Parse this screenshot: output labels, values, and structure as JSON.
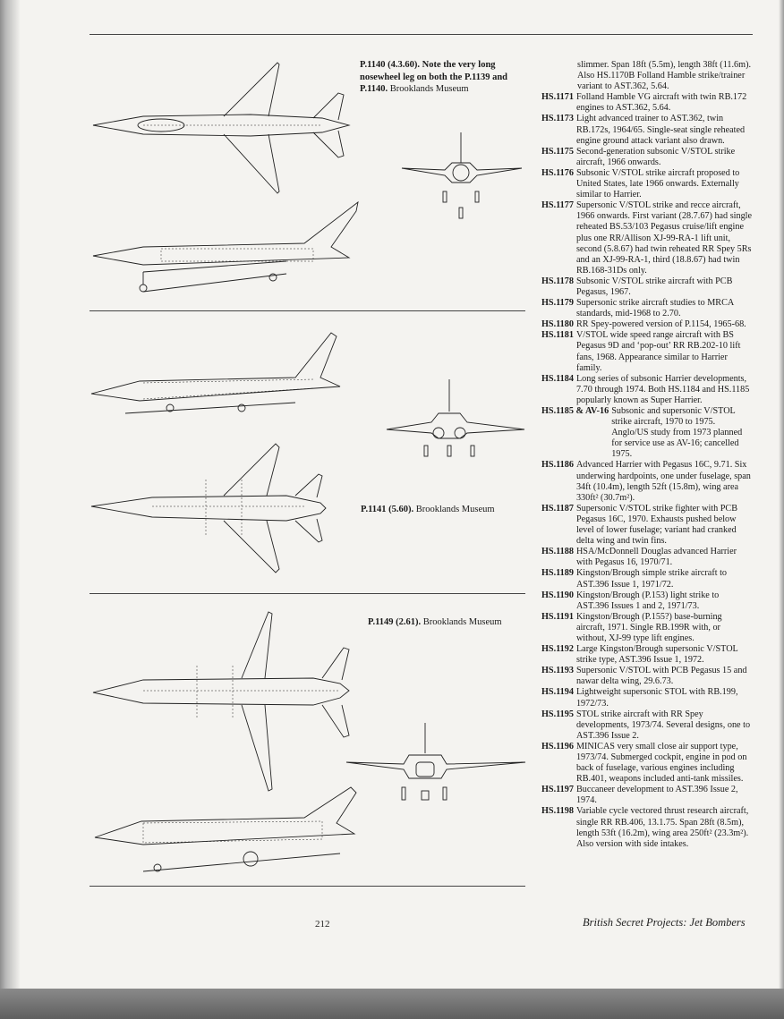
{
  "captions": {
    "p1140": {
      "bold": "P.1140 (4.3.60). Note the very long nosewheel leg on both the P.1139 and P.1140.",
      "rest": " Brooklands Museum"
    },
    "p1141": {
      "bold": "P.1141 (5.60).",
      "rest": " Brooklands Museum"
    },
    "p1149": {
      "bold": "P.1149 (2.61).",
      "rest": " Brooklands Museum"
    }
  },
  "entries": [
    {
      "code": "",
      "desc": "slimmer. Span 18ft (5.5m), length 38ft (11.6m). Also HS.1170B Folland Hamble strike/trainer variant to AST.362, 5.64."
    },
    {
      "code": "HS.1171",
      "desc": "Folland Hamble VG aircraft with twin RB.172 engines to AST.362, 5.64."
    },
    {
      "code": "HS.1173",
      "desc": "Light advanced trainer to AST.362, twin RB.172s, 1964/65. Single-seat single reheated engine ground attack variant also drawn."
    },
    {
      "code": "HS.1175",
      "desc": "Second-generation subsonic V/STOL strike aircraft, 1966 onwards."
    },
    {
      "code": "HS.1176",
      "desc": "Subsonic V/STOL strike aircraft proposed to United States, late 1966 onwards. Externally similar to Harrier."
    },
    {
      "code": "HS.1177",
      "desc": "Supersonic V/STOL strike and recce aircraft, 1966 onwards. First variant (28.7.67) had single reheated BS.53/103 Pegasus cruise/lift engine plus one RR/Allison XJ-99-RA-1 lift unit, second (5.8.67) had twin reheated RR Spey 5Rs and an XJ-99-RA-1, third (18.8.67) had twin RB.168-31Ds only."
    },
    {
      "code": "HS.1178",
      "desc": "Subsonic V/STOL strike aircraft with PCB Pegasus, 1967."
    },
    {
      "code": "HS.1179",
      "desc": "Supersonic strike aircraft studies to MRCA standards, mid-1968 to 2.70."
    },
    {
      "code": "HS.1180",
      "desc": "RR Spey-powered version of P.1154, 1965-68."
    },
    {
      "code": "HS.1181",
      "desc": "V/STOL wide speed range aircraft with BS Pegasus 9D and ‘pop-out’ RR RB.202-10 lift fans, 1968. Appearance similar to Harrier family."
    },
    {
      "code": "HS.1184",
      "desc": "Long series of subsonic Harrier developments, 7.70 through 1974. Both HS.1184 and HS.1185 popularly known as Super Harrier."
    },
    {
      "code": "HS.1185 & AV-16",
      "desc": "Subsonic and supersonic V/STOL strike aircraft, 1970 to 1975. Anglo/US study from 1973 planned for service use as AV-16; cancelled 1975."
    },
    {
      "code": "HS.1186",
      "desc": "Advanced Harrier with Pegasus 16C, 9.71. Six underwing hardpoints, one under fuselage, span 34ft (10.4m), length 52ft (15.8m), wing area 330ft² (30.7m²)."
    },
    {
      "code": "HS.1187",
      "desc": "Supersonic V/STOL strike fighter with PCB Pegasus 16C, 1970. Exhausts pushed below level of lower fuselage; variant had cranked delta wing and twin fins."
    },
    {
      "code": "HS.1188",
      "desc": "HSA/McDonnell Douglas advanced Harrier with Pegasus 16, 1970/71."
    },
    {
      "code": "HS.1189",
      "desc": "Kingston/Brough simple strike aircraft to AST.396 Issue 1, 1971/72."
    },
    {
      "code": "HS.1190",
      "desc": "Kingston/Brough (P.153) light strike to AST.396 Issues 1 and 2, 1971/73."
    },
    {
      "code": "HS.1191",
      "desc": "Kingston/Brough (P.155?) base-burning aircraft, 1971. Single RB.199R with, or without, XJ-99 type lift engines."
    },
    {
      "code": "HS.1192",
      "desc": "Large Kingston/Brough supersonic V/STOL strike type, AST.396 Issue 1, 1972."
    },
    {
      "code": "HS.1193",
      "desc": "Supersonic V/STOL with PCB Pegasus 15 and nawar delta wing, 29.6.73."
    },
    {
      "code": "HS.1194",
      "desc": "Lightweight supersonic STOL with RB.199, 1972/73."
    },
    {
      "code": "HS.1195",
      "desc": "STOL strike aircraft with RR Spey developments, 1973/74. Several designs, one to AST.396 Issue 2."
    },
    {
      "code": "HS.1196",
      "desc": "MINICAS very small close air support type, 1973/74. Submerged cockpit, engine in pod on back of fuselage, various engines including RB.401, weapons included anti-tank missiles."
    },
    {
      "code": "HS.1197",
      "desc": "Buccaneer development to AST.396 Issue 2, 1974."
    },
    {
      "code": "HS.1198",
      "desc": "Variable cycle vectored thrust research aircraft, single RR RB.406, 13.1.75. Span 28ft (8.5m), length 53ft (16.2m), wing area 250ft² (23.3m²). Also version with side intakes."
    }
  ],
  "footer": {
    "page_number": "212",
    "book_title": "British Secret Projects: Jet Bombers"
  }
}
